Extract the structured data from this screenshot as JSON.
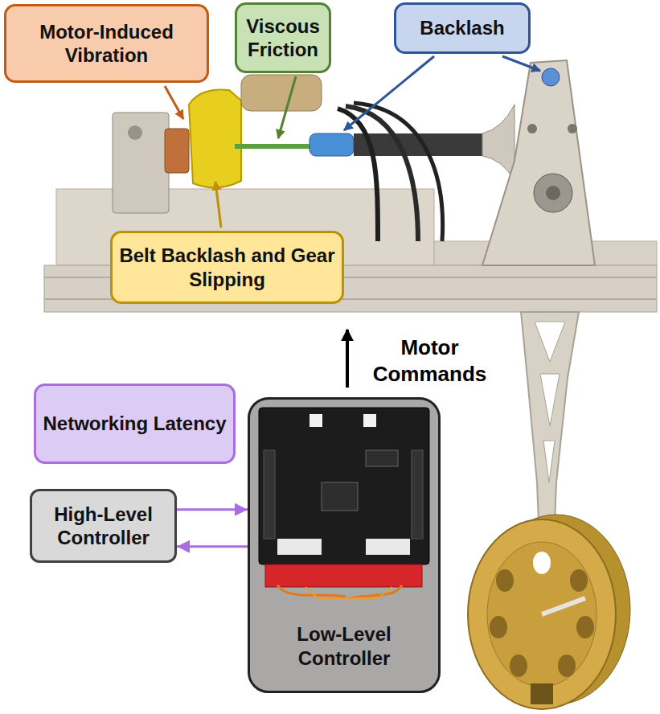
{
  "diagram": {
    "nodes": [
      {
        "text": [
          "Motor-Induced Vibration"
        ]
      },
      {
        "text": [
          "Viscous Friction"
        ]
      },
      {
        "text": [
          "Backlash"
        ]
      },
      {
        "text": [
          "Belt Backlash and Gear Slipping"
        ]
      },
      {
        "text": [
          "Networking Latency"
        ]
      },
      {
        "text": [
          "High-Level Controller"
        ]
      },
      {
        "text": [
          "Low-Level Controller"
        ]
      }
    ],
    "edges": [
      {
        "from": 5,
        "to": 6,
        "arrow": "to"
      },
      {
        "from": 6,
        "to": 5,
        "arrow": "to"
      }
    ],
    "labels": [
      "Motor Commands"
    ]
  }
}
